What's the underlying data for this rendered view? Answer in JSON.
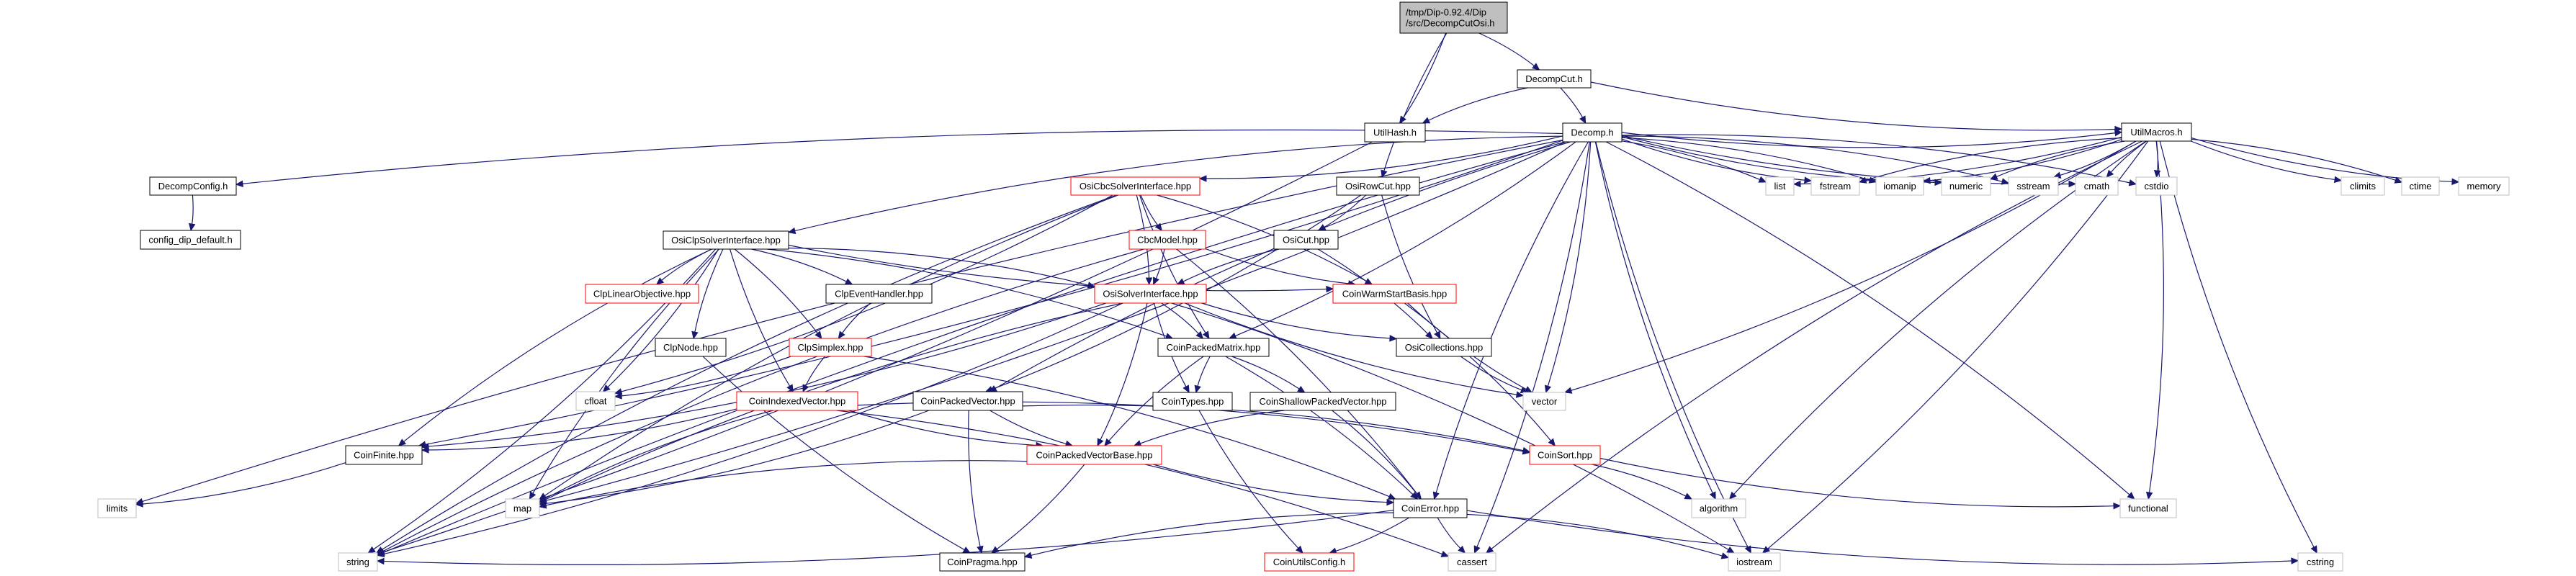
{
  "title": "/tmp/Dip-0.92.4/Dip/src/DecompCutOsi.h include dependency graph",
  "colors": {
    "edge": "#191970",
    "root_fill": "#bfbfbf",
    "documented_border": "#000000",
    "undocumented_border": "#ff0000",
    "external_border": "#bfbfbf"
  },
  "nodes": [
    {
      "id": "root",
      "label": [
        "/tmp/Dip-0.92.4/Dip",
        "/src/DecompCutOsi.h"
      ],
      "kind": "root"
    },
    {
      "id": "UtilHash",
      "label": [
        "UtilHash.h"
      ],
      "kind": "doc"
    },
    {
      "id": "DecompCut",
      "label": [
        "DecompCut.h"
      ],
      "kind": "doc"
    },
    {
      "id": "OsiRowCut",
      "label": [
        "OsiRowCut.hpp"
      ],
      "kind": "doc"
    },
    {
      "id": "Decomp",
      "label": [
        "Decomp.h"
      ],
      "kind": "doc"
    },
    {
      "id": "UtilMacros",
      "label": [
        "UtilMacros.h"
      ],
      "kind": "doc"
    },
    {
      "id": "DecompConfig",
      "label": [
        "DecompConfig.h"
      ],
      "kind": "doc"
    },
    {
      "id": "config_dip_default",
      "label": [
        "config_dip_default.h"
      ],
      "kind": "doc"
    },
    {
      "id": "OsiCbcSolverInterface",
      "label": [
        "OsiCbcSolverInterface.hpp"
      ],
      "kind": "red"
    },
    {
      "id": "OsiClpSolverInterface",
      "label": [
        "OsiClpSolverInterface.hpp"
      ],
      "kind": "doc"
    },
    {
      "id": "CbcModel",
      "label": [
        "CbcModel.hpp"
      ],
      "kind": "red"
    },
    {
      "id": "OsiCut",
      "label": [
        "OsiCut.hpp"
      ],
      "kind": "doc"
    },
    {
      "id": "ClpLinearObjective",
      "label": [
        "ClpLinearObjective.hpp"
      ],
      "kind": "red"
    },
    {
      "id": "ClpEventHandler",
      "label": [
        "ClpEventHandler.hpp"
      ],
      "kind": "doc"
    },
    {
      "id": "OsiSolverInterface",
      "label": [
        "OsiSolverInterface.hpp"
      ],
      "kind": "red"
    },
    {
      "id": "CoinWarmStartBasis",
      "label": [
        "CoinWarmStartBasis.hpp"
      ],
      "kind": "red"
    },
    {
      "id": "ClpNode",
      "label": [
        "ClpNode.hpp"
      ],
      "kind": "doc"
    },
    {
      "id": "ClpSimplex",
      "label": [
        "ClpSimplex.hpp"
      ],
      "kind": "red"
    },
    {
      "id": "CoinPackedMatrix",
      "label": [
        "CoinPackedMatrix.hpp"
      ],
      "kind": "doc"
    },
    {
      "id": "OsiCollections",
      "label": [
        "OsiCollections.hpp"
      ],
      "kind": "doc"
    },
    {
      "id": "cfloat",
      "label": [
        "cfloat"
      ],
      "kind": "ext"
    },
    {
      "id": "CoinIndexedVector",
      "label": [
        "CoinIndexedVector.hpp"
      ],
      "kind": "red"
    },
    {
      "id": "CoinPackedVector",
      "label": [
        "CoinPackedVector.hpp"
      ],
      "kind": "doc"
    },
    {
      "id": "CoinTypes",
      "label": [
        "CoinTypes.hpp"
      ],
      "kind": "doc"
    },
    {
      "id": "CoinShallowPackedVector",
      "label": [
        "CoinShallowPackedVector.hpp"
      ],
      "kind": "doc"
    },
    {
      "id": "vector",
      "label": [
        "vector"
      ],
      "kind": "ext"
    },
    {
      "id": "CoinFinite",
      "label": [
        "CoinFinite.hpp"
      ],
      "kind": "doc"
    },
    {
      "id": "CoinPackedVectorBase",
      "label": [
        "CoinPackedVectorBase.hpp"
      ],
      "kind": "red"
    },
    {
      "id": "CoinSort",
      "label": [
        "CoinSort.hpp"
      ],
      "kind": "red"
    },
    {
      "id": "limits",
      "label": [
        "limits"
      ],
      "kind": "ext"
    },
    {
      "id": "map",
      "label": [
        "map"
      ],
      "kind": "ext"
    },
    {
      "id": "CoinError",
      "label": [
        "CoinError.hpp"
      ],
      "kind": "doc"
    },
    {
      "id": "algorithm",
      "label": [
        "algorithm"
      ],
      "kind": "ext"
    },
    {
      "id": "functional",
      "label": [
        "functional"
      ],
      "kind": "ext"
    },
    {
      "id": "string",
      "label": [
        "string"
      ],
      "kind": "ext"
    },
    {
      "id": "CoinPragma",
      "label": [
        "CoinPragma.hpp"
      ],
      "kind": "doc"
    },
    {
      "id": "CoinUtilsConfig",
      "label": [
        "CoinUtilsConfig.h"
      ],
      "kind": "red"
    },
    {
      "id": "cassert",
      "label": [
        "cassert"
      ],
      "kind": "ext"
    },
    {
      "id": "iostream",
      "label": [
        "iostream"
      ],
      "kind": "ext"
    },
    {
      "id": "cstring",
      "label": [
        "cstring"
      ],
      "kind": "ext"
    },
    {
      "id": "list",
      "label": [
        "list"
      ],
      "kind": "ext"
    },
    {
      "id": "fstream",
      "label": [
        "fstream"
      ],
      "kind": "ext"
    },
    {
      "id": "iomanip",
      "label": [
        "iomanip"
      ],
      "kind": "ext"
    },
    {
      "id": "numeric",
      "label": [
        "numeric"
      ],
      "kind": "ext"
    },
    {
      "id": "sstream",
      "label": [
        "sstream"
      ],
      "kind": "ext"
    },
    {
      "id": "cmath",
      "label": [
        "cmath"
      ],
      "kind": "ext"
    },
    {
      "id": "cstdio",
      "label": [
        "cstdio"
      ],
      "kind": "ext"
    },
    {
      "id": "climits",
      "label": [
        "climits"
      ],
      "kind": "ext"
    },
    {
      "id": "ctime",
      "label": [
        "ctime"
      ],
      "kind": "ext"
    },
    {
      "id": "memory",
      "label": [
        "memory"
      ],
      "kind": "ext"
    }
  ],
  "edges": [
    [
      "root",
      "UtilHash"
    ],
    [
      "root",
      "OsiRowCut"
    ],
    [
      "root",
      "DecompCut"
    ],
    [
      "DecompCut",
      "UtilHash"
    ],
    [
      "DecompCut",
      "Decomp"
    ],
    [
      "DecompCut",
      "UtilMacros"
    ],
    [
      "UtilHash",
      "string"
    ],
    [
      "Decomp",
      "DecompConfig"
    ],
    [
      "Decomp",
      "OsiCbcSolverInterface"
    ],
    [
      "Decomp",
      "OsiClpSolverInterface"
    ],
    [
      "Decomp",
      "CoinPackedMatrix"
    ],
    [
      "Decomp",
      "CoinPackedVector"
    ],
    [
      "Decomp",
      "CoinFinite"
    ],
    [
      "Decomp",
      "limits"
    ],
    [
      "Decomp",
      "map"
    ],
    [
      "Decomp",
      "string"
    ],
    [
      "Decomp",
      "vector"
    ],
    [
      "Decomp",
      "algorithm"
    ],
    [
      "Decomp",
      "functional"
    ],
    [
      "Decomp",
      "CoinError"
    ],
    [
      "Decomp",
      "cassert"
    ],
    [
      "Decomp",
      "iostream"
    ],
    [
      "Decomp",
      "list"
    ],
    [
      "Decomp",
      "fstream"
    ],
    [
      "Decomp",
      "iomanip"
    ],
    [
      "Decomp",
      "numeric"
    ],
    [
      "Decomp",
      "sstream"
    ],
    [
      "Decomp",
      "cmath"
    ],
    [
      "Decomp",
      "cstdio"
    ],
    [
      "Decomp",
      "UtilMacros"
    ],
    [
      "UtilMacros",
      "list"
    ],
    [
      "UtilMacros",
      "fstream"
    ],
    [
      "UtilMacros",
      "iomanip"
    ],
    [
      "UtilMacros",
      "numeric"
    ],
    [
      "UtilMacros",
      "sstream"
    ],
    [
      "UtilMacros",
      "cmath"
    ],
    [
      "UtilMacros",
      "cstdio"
    ],
    [
      "UtilMacros",
      "climits"
    ],
    [
      "UtilMacros",
      "ctime"
    ],
    [
      "UtilMacros",
      "memory"
    ],
    [
      "UtilMacros",
      "vector"
    ],
    [
      "UtilMacros",
      "algorithm"
    ],
    [
      "UtilMacros",
      "functional"
    ],
    [
      "UtilMacros",
      "cassert"
    ],
    [
      "UtilMacros",
      "iostream"
    ],
    [
      "UtilMacros",
      "cstring"
    ],
    [
      "DecompConfig",
      "config_dip_default"
    ],
    [
      "OsiCbcSolverInterface",
      "CbcModel"
    ],
    [
      "OsiCbcSolverInterface",
      "OsiSolverInterface"
    ],
    [
      "OsiCbcSolverInterface",
      "CoinPackedMatrix"
    ],
    [
      "OsiCbcSolverInterface",
      "CoinWarmStartBasis"
    ],
    [
      "OsiCbcSolverInterface",
      "string"
    ],
    [
      "OsiCbcSolverInterface",
      "cfloat"
    ],
    [
      "OsiCbcSolverInterface",
      "map"
    ],
    [
      "CbcModel",
      "OsiSolverInterface"
    ],
    [
      "CbcModel",
      "CoinWarmStartBasis"
    ],
    [
      "CbcModel",
      "CoinError"
    ],
    [
      "CbcModel",
      "string"
    ],
    [
      "OsiRowCut",
      "OsiCut"
    ],
    [
      "OsiRowCut",
      "OsiCollections"
    ],
    [
      "OsiRowCut",
      "CoinPackedVector"
    ],
    [
      "OsiCut",
      "OsiSolverInterface"
    ],
    [
      "OsiCut",
      "OsiCollections"
    ],
    [
      "OsiClpSolverInterface",
      "ClpLinearObjective"
    ],
    [
      "OsiClpSolverInterface",
      "ClpEventHandler"
    ],
    [
      "OsiClpSolverInterface",
      "ClpNode"
    ],
    [
      "OsiClpSolverInterface",
      "ClpSimplex"
    ],
    [
      "OsiClpSolverInterface",
      "CoinIndexedVector"
    ],
    [
      "OsiClpSolverInterface",
      "OsiSolverInterface"
    ],
    [
      "OsiClpSolverInterface",
      "CoinWarmStartBasis"
    ],
    [
      "OsiClpSolverInterface",
      "CoinPackedMatrix"
    ],
    [
      "OsiClpSolverInterface",
      "CoinFinite"
    ],
    [
      "OsiClpSolverInterface",
      "cfloat"
    ],
    [
      "OsiClpSolverInterface",
      "map"
    ],
    [
      "OsiClpSolverInterface",
      "string"
    ],
    [
      "ClpEventHandler",
      "ClpSimplex"
    ],
    [
      "ClpSimplex",
      "cfloat"
    ],
    [
      "ClpSimplex",
      "CoinIndexedVector"
    ],
    [
      "ClpSimplex",
      "CoinError"
    ],
    [
      "ClpNode",
      "CoinPragma"
    ],
    [
      "OsiSolverInterface",
      "CoinPackedMatrix"
    ],
    [
      "OsiSolverInterface",
      "OsiCollections"
    ],
    [
      "OsiSolverInterface",
      "CoinPackedVectorBase"
    ],
    [
      "OsiSolverInterface",
      "CoinTypes"
    ],
    [
      "OsiSolverInterface",
      "CoinFinite"
    ],
    [
      "OsiSolverInterface",
      "vector"
    ],
    [
      "OsiSolverInterface",
      "string"
    ],
    [
      "OsiSolverInterface",
      "map"
    ],
    [
      "OsiSolverInterface",
      "iostream"
    ],
    [
      "CoinWarmStartBasis",
      "vector"
    ],
    [
      "CoinWarmStartBasis",
      "CoinSort"
    ],
    [
      "CoinPackedMatrix",
      "CoinTypes"
    ],
    [
      "CoinPackedMatrix",
      "CoinShallowPackedVector"
    ],
    [
      "CoinPackedMatrix",
      "CoinPackedVectorBase"
    ],
    [
      "CoinPackedMatrix",
      "CoinError"
    ],
    [
      "OsiCollections",
      "vector"
    ],
    [
      "CoinIndexedVector",
      "CoinFinite"
    ],
    [
      "CoinIndexedVector",
      "CoinPackedVectorBase"
    ],
    [
      "CoinIndexedVector",
      "CoinSort"
    ],
    [
      "CoinIndexedVector",
      "map"
    ],
    [
      "CoinIndexedVector",
      "cassert"
    ],
    [
      "CoinPackedVector",
      "CoinPackedVectorBase"
    ],
    [
      "CoinPackedVector",
      "CoinSort"
    ],
    [
      "CoinPackedVector",
      "CoinPragma"
    ],
    [
      "CoinPackedVector",
      "map"
    ],
    [
      "CoinShallowPackedVector",
      "CoinPackedVectorBase"
    ],
    [
      "CoinShallowPackedVector",
      "CoinError"
    ],
    [
      "CoinTypes",
      "CoinUtilsConfig"
    ],
    [
      "CoinFinite",
      "limits"
    ],
    [
      "CoinPackedVectorBase",
      "CoinError"
    ],
    [
      "CoinPackedVectorBase",
      "CoinPragma"
    ],
    [
      "CoinPackedVectorBase",
      "map"
    ],
    [
      "CoinSort",
      "algorithm"
    ],
    [
      "CoinSort",
      "functional"
    ],
    [
      "CoinError",
      "string"
    ],
    [
      "CoinError",
      "CoinPragma"
    ],
    [
      "CoinError",
      "CoinUtilsConfig"
    ],
    [
      "CoinError",
      "cassert"
    ],
    [
      "CoinError",
      "iostream"
    ],
    [
      "CoinError",
      "cstring"
    ]
  ]
}
